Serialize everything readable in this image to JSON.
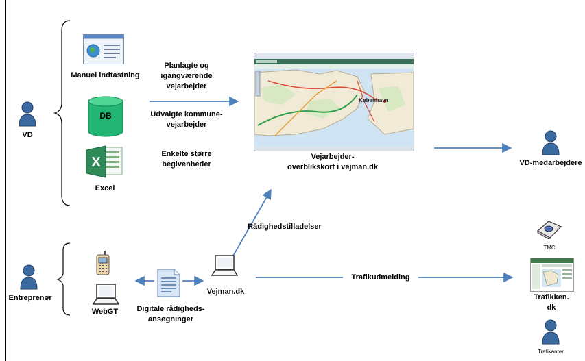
{
  "actors": {
    "vd": "VD",
    "entreprenor": "Entreprenør",
    "vd_medarbejdere": "VD-medarbejdere",
    "trafikanter": "Trafikanter"
  },
  "sources": {
    "manuel": "Manuel indtastning",
    "db_icon_text": "DB",
    "excel": "Excel",
    "webgt": "WebGT",
    "vejman": "Vejman.dk"
  },
  "flows": {
    "planlagte": [
      "Planlagte og",
      "igangværende",
      "vejarbejder"
    ],
    "udvalgte": [
      "Udvalgte kommune-",
      "vejarbejder"
    ],
    "enkelte": [
      "Enkelte større",
      "begivenheder"
    ],
    "raadigheds": "Rådighedstilladelser",
    "trafikudmelding": "Trafikudmelding",
    "digitale": [
      "Digitale rådigheds-",
      "ansøgninger"
    ]
  },
  "outputs": {
    "map_caption": [
      "Vejarbejder-",
      "overblikskort i vejman.dk"
    ],
    "tmc": "TMC",
    "trafikken": [
      "Trafikken.",
      "dk"
    ],
    "map_city": "København"
  },
  "colors": {
    "arrow": "#4f81bd",
    "person": "#3b6aa0",
    "db": "#22b573",
    "excel": "#2e8b57"
  }
}
